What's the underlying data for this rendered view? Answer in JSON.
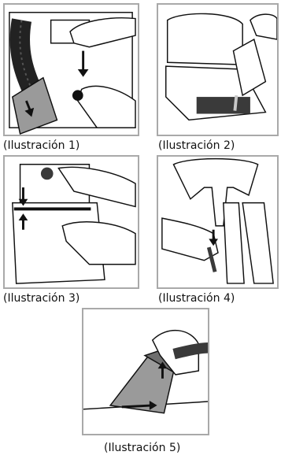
{
  "captions": {
    "fig1": "(Ilustración 1)",
    "fig2": "(Ilustración 2)",
    "fig3": "(Ilustración 3)",
    "fig4": "(Ilustración 4)",
    "fig5": "(Ilustración 5)"
  },
  "colors": {
    "frame": "#a9a9a9",
    "ink": "#111111",
    "shade_light": "#c8c8c8",
    "shade_mid": "#9a9a9a",
    "shade_dark": "#3a3a3a"
  },
  "icons": {
    "arrow": "arrow-icon"
  }
}
